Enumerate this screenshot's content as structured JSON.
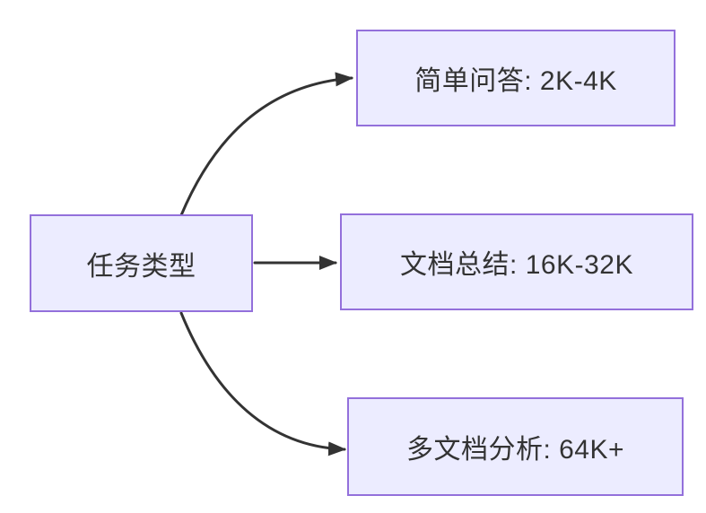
{
  "diagram": {
    "type": "flowchart",
    "nodes": {
      "root": {
        "label": "任务类型"
      },
      "qa": {
        "label": "简单问答: 2K-4K"
      },
      "doc": {
        "label": "文档总结: 16K-32K"
      },
      "multi": {
        "label": "多文档分析: 64K+"
      }
    },
    "edges": [
      {
        "from": "任务类型",
        "to": "简单问答: 2K-4K"
      },
      {
        "from": "任务类型",
        "to": "文档总结: 16K-32K"
      },
      {
        "from": "任务类型",
        "to": "多文档分析: 64K+"
      }
    ],
    "colors": {
      "node_fill": "#ECECFF",
      "node_border": "#9370DB",
      "edge": "#333333",
      "text": "#333333",
      "background": "#FFFFFF"
    }
  }
}
